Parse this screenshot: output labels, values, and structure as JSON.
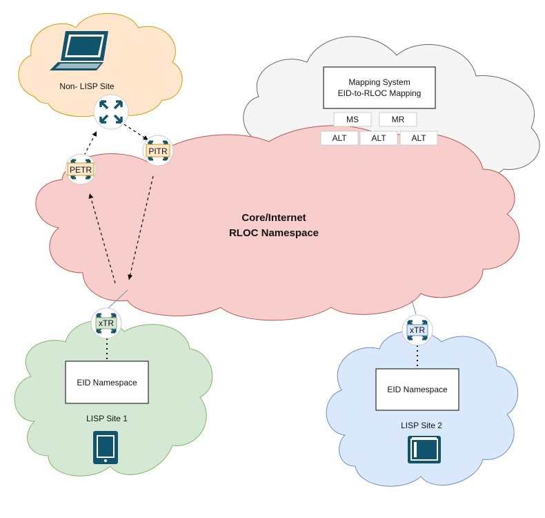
{
  "core": {
    "line1": "Core/Internet",
    "line2": "RLOC Namespace"
  },
  "mapping": {
    "title_line1": "Mapping System",
    "title_line2": "EID-to-RLOC Mapping",
    "ms": "MS",
    "mr": "MR",
    "alt": [
      "ALT",
      "ALT",
      "ALT"
    ]
  },
  "non_lisp": {
    "label": "Non- LISP Site"
  },
  "petr": {
    "label": "PETR"
  },
  "pitr": {
    "label": "PITR"
  },
  "site1": {
    "xtr": "xTR",
    "namespace": "EID Namespace",
    "label": "LISP Site 1"
  },
  "site2": {
    "xtr": "xTR",
    "namespace": "EID Namespace",
    "label": "LISP Site 2"
  },
  "colors": {
    "core_fill": "#f8cecc",
    "core_stroke": "#b85450",
    "mapping_fill": "#f5f5f5",
    "mapping_stroke": "#666666",
    "nonlisp_fill": "#ffe6cc",
    "nonlisp_stroke": "#d79b00",
    "site1_fill": "#d5e8d4",
    "site1_stroke": "#82b366",
    "site2_fill": "#dae8fc",
    "site2_stroke": "#6c8ebf",
    "device": "#10546e"
  },
  "icons": [
    "laptop-icon",
    "router-icon",
    "tablet-icon",
    "screen-icon"
  ]
}
